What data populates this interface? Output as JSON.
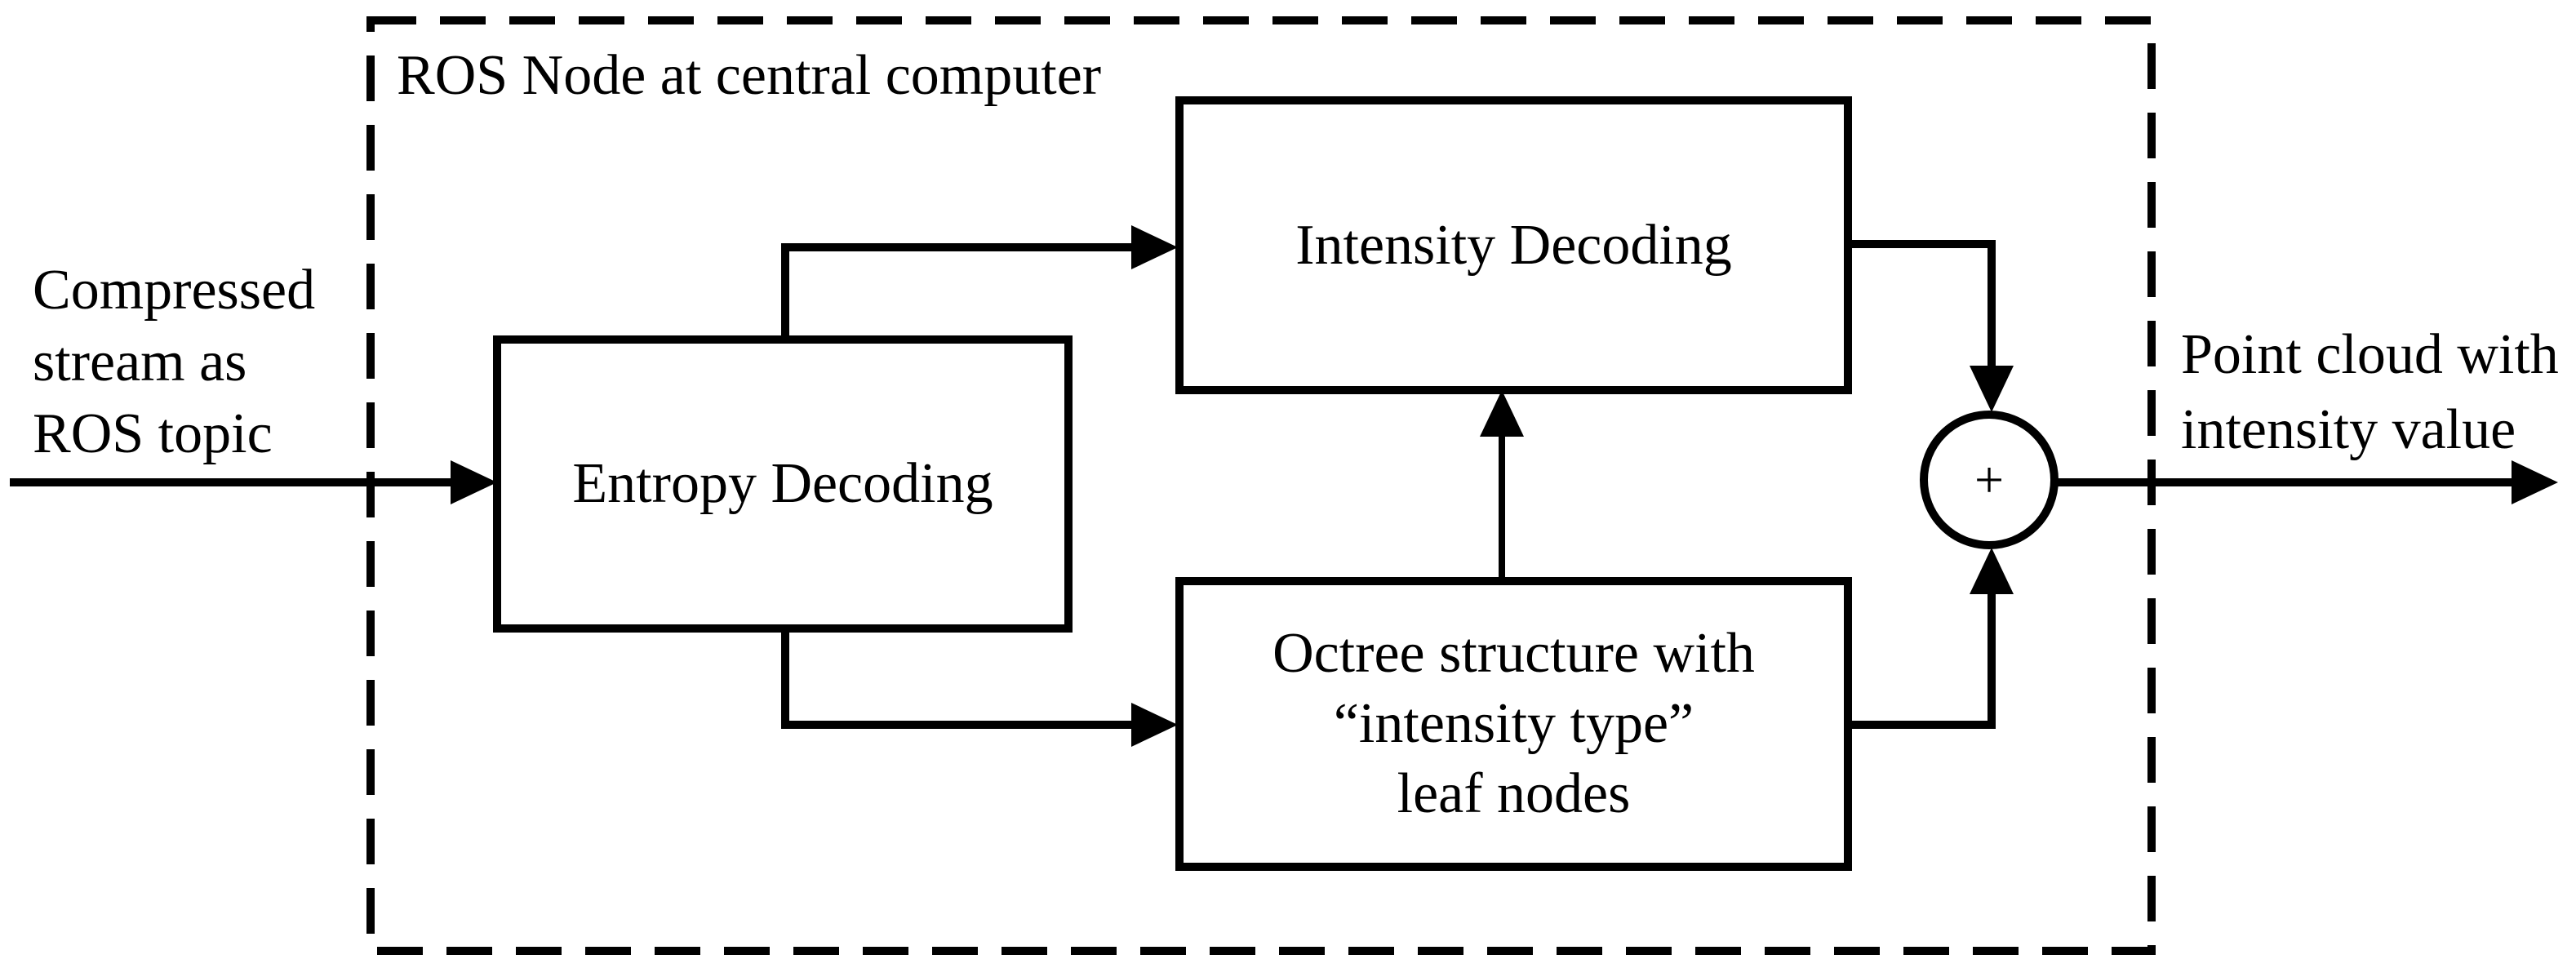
{
  "colors": {
    "ink": "#000000",
    "background": "#ffffff"
  },
  "container": {
    "label": "ROS Node at central computer"
  },
  "input": {
    "lines": [
      "Compressed",
      "stream as",
      "ROS topic"
    ]
  },
  "output": {
    "lines": [
      "Point cloud with",
      "intensity value"
    ]
  },
  "blocks": {
    "entropy": {
      "label": "Entropy Decoding"
    },
    "intensity": {
      "label": "Intensity Decoding"
    },
    "octree": {
      "lines": [
        "Octree structure with",
        "“intensity type”",
        "leaf nodes"
      ]
    }
  },
  "summation": {
    "operator": "+"
  }
}
